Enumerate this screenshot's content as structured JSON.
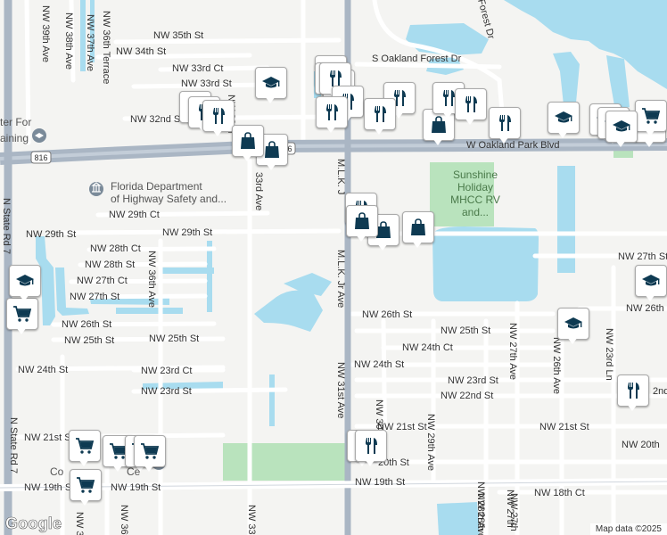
{
  "map": {
    "attribution": "Map data ©2025",
    "logo": "Google",
    "colors": {
      "water": "#a8dcef",
      "park": "#b9e3bd",
      "arterial": "#aab6c4",
      "road": "#ffffff",
      "land": "#f4f4f2",
      "pin_icon": "#0e3a52"
    },
    "labels": {
      "nw39th_ave": "NW 39th Ave",
      "nw38th_ave": "NW 38th Ave",
      "nw37th_ave": "NW 37th Ave",
      "nw36th_terrace": "NW 36th Terrace",
      "nw35th_st": "NW 35th St",
      "nw34th_st": "NW 34th St",
      "nw33rd_ct": "NW 33rd Ct",
      "nw33rd_st": "NW 33rd St",
      "nw32nd_st": "NW 32nd St",
      "nw33rd_ave_top": "NW 33rd",
      "s_oakland_forest_dr": "S Oakland Forest Dr",
      "forest_dr": "Forest Dr",
      "oakland_park_blvd": "W Oakland Park Blvd",
      "route816": "816",
      "route816b": "816",
      "fl_dept": "Florida Department",
      "fl_dept2": "of Highway Safety and...",
      "ter_for": "ter For",
      "aining": "aining",
      "nw33rd_ave_mid": "33rd Ave",
      "nw29th_ct": "NW 29th Ct",
      "nw29th_st": "NW 29th St",
      "nw29th_st_w": "NW 29th St",
      "nw28th_ct": "NW 28th Ct",
      "nw28th_st": "NW 28th St",
      "nw36th_ave": "NW 36th Ave",
      "nw27th_ct": "NW 27th Ct",
      "nw27th_st": "NW 27th St",
      "nw27th_st_e": "NW 27th St",
      "nw26th_st_w": "NW 26th St",
      "nw26th_st": "NW 26th St",
      "nw26th_st_e": "NW 26th St",
      "nw25th_st_w": "NW 25th St",
      "nw25th_st": "NW 25th St",
      "nw25th_st_e": "NW 25th St",
      "nw24th_st_w": "NW 24th St",
      "nw24th_st": "NW 24th St",
      "nw24th_ct": "NW 24th Ct",
      "nw23rd_ct": "NW 23rd Ct",
      "nw23rd_st": "NW 23rd St",
      "nw23rd_st_e": "NW 23rd St",
      "nw22nd_st": "NW 22nd St",
      "nw22nd_edge": "2nd",
      "nw21st_st_w": "NW 21st St",
      "nw21st_st": "NW 21st St",
      "nw21st_st_e": "NW 21st St",
      "nw20th_st": "20th St",
      "nw20th_edge": "NW 20th",
      "nw19th_st_w": "NW 19th St",
      "nw19th_st": "NW 19th St",
      "nw19th_st_e": "NW 19th St",
      "nw18th_ct": "NW 18th Ct",
      "mlk_top": "M.L.K. J",
      "mlk_mid": "M.L.K. Jr Ave",
      "nw31st_ave": "NW 31st Ave",
      "nw30th_wa": "NW 30th Wa",
      "nw29th_ave": "NW 29th Ave",
      "nw28th_ave": "NW 28th Ave",
      "nw27th_ave": "NW 27th Ave",
      "nw27th_ave_b": "NW 27th",
      "nw26th_ave": "NW 26th Ave",
      "nw23rd_ln": "NW 23rd Ln",
      "sunshine": "Sunshine",
      "holiday": "Holiday",
      "mhcc": "MHCC RV",
      "and": "and...",
      "n_state_rd7": "N State Rd 7",
      "n_state_rd7b": "N State Rd 7",
      "nw38th_bottom": "NW 38",
      "nw36th_bottom": "NW 36th",
      "nw33rd_bottom": "NW 33rd",
      "nw28th_bottom": "NW 28th",
      "nw27th_bottom": "NW 27th",
      "co_label": "Co",
      "ce_label": "Ce"
    },
    "pins": [
      {
        "icon": "school"
      },
      {
        "icon": "shopping-cart"
      },
      {
        "icon": "restaurant"
      },
      {
        "icon": "shopping-bag"
      },
      {
        "icon": "restaurant"
      },
      {
        "icon": "restaurant"
      },
      {
        "icon": "restaurant"
      },
      {
        "icon": "restaurant"
      },
      {
        "icon": "restaurant"
      },
      {
        "icon": "restaurant"
      },
      {
        "icon": "restaurant"
      },
      {
        "icon": "restaurant"
      },
      {
        "icon": "school"
      },
      {
        "icon": "shopping-bag"
      },
      {
        "icon": "shopping-bag"
      },
      {
        "icon": "restaurant"
      },
      {
        "icon": "restaurant"
      },
      {
        "icon": "restaurant"
      },
      {
        "icon": "school"
      },
      {
        "icon": "school"
      },
      {
        "icon": "school"
      },
      {
        "icon": "shopping-cart"
      },
      {
        "icon": "shopping-bag"
      },
      {
        "icon": "restaurant"
      },
      {
        "icon": "shopping-bag"
      },
      {
        "icon": "shopping-bag"
      },
      {
        "icon": "shopping-bag"
      },
      {
        "icon": "school"
      },
      {
        "icon": "shopping-cart"
      },
      {
        "icon": "school"
      },
      {
        "icon": "school"
      },
      {
        "icon": "school"
      },
      {
        "icon": "restaurant"
      },
      {
        "icon": "restaurant"
      },
      {
        "icon": "restaurant"
      },
      {
        "icon": "shopping-cart"
      },
      {
        "icon": "shopping-cart"
      },
      {
        "icon": "shopping-cart"
      },
      {
        "icon": "shopping-cart"
      },
      {
        "icon": "shopping-cart"
      }
    ]
  }
}
